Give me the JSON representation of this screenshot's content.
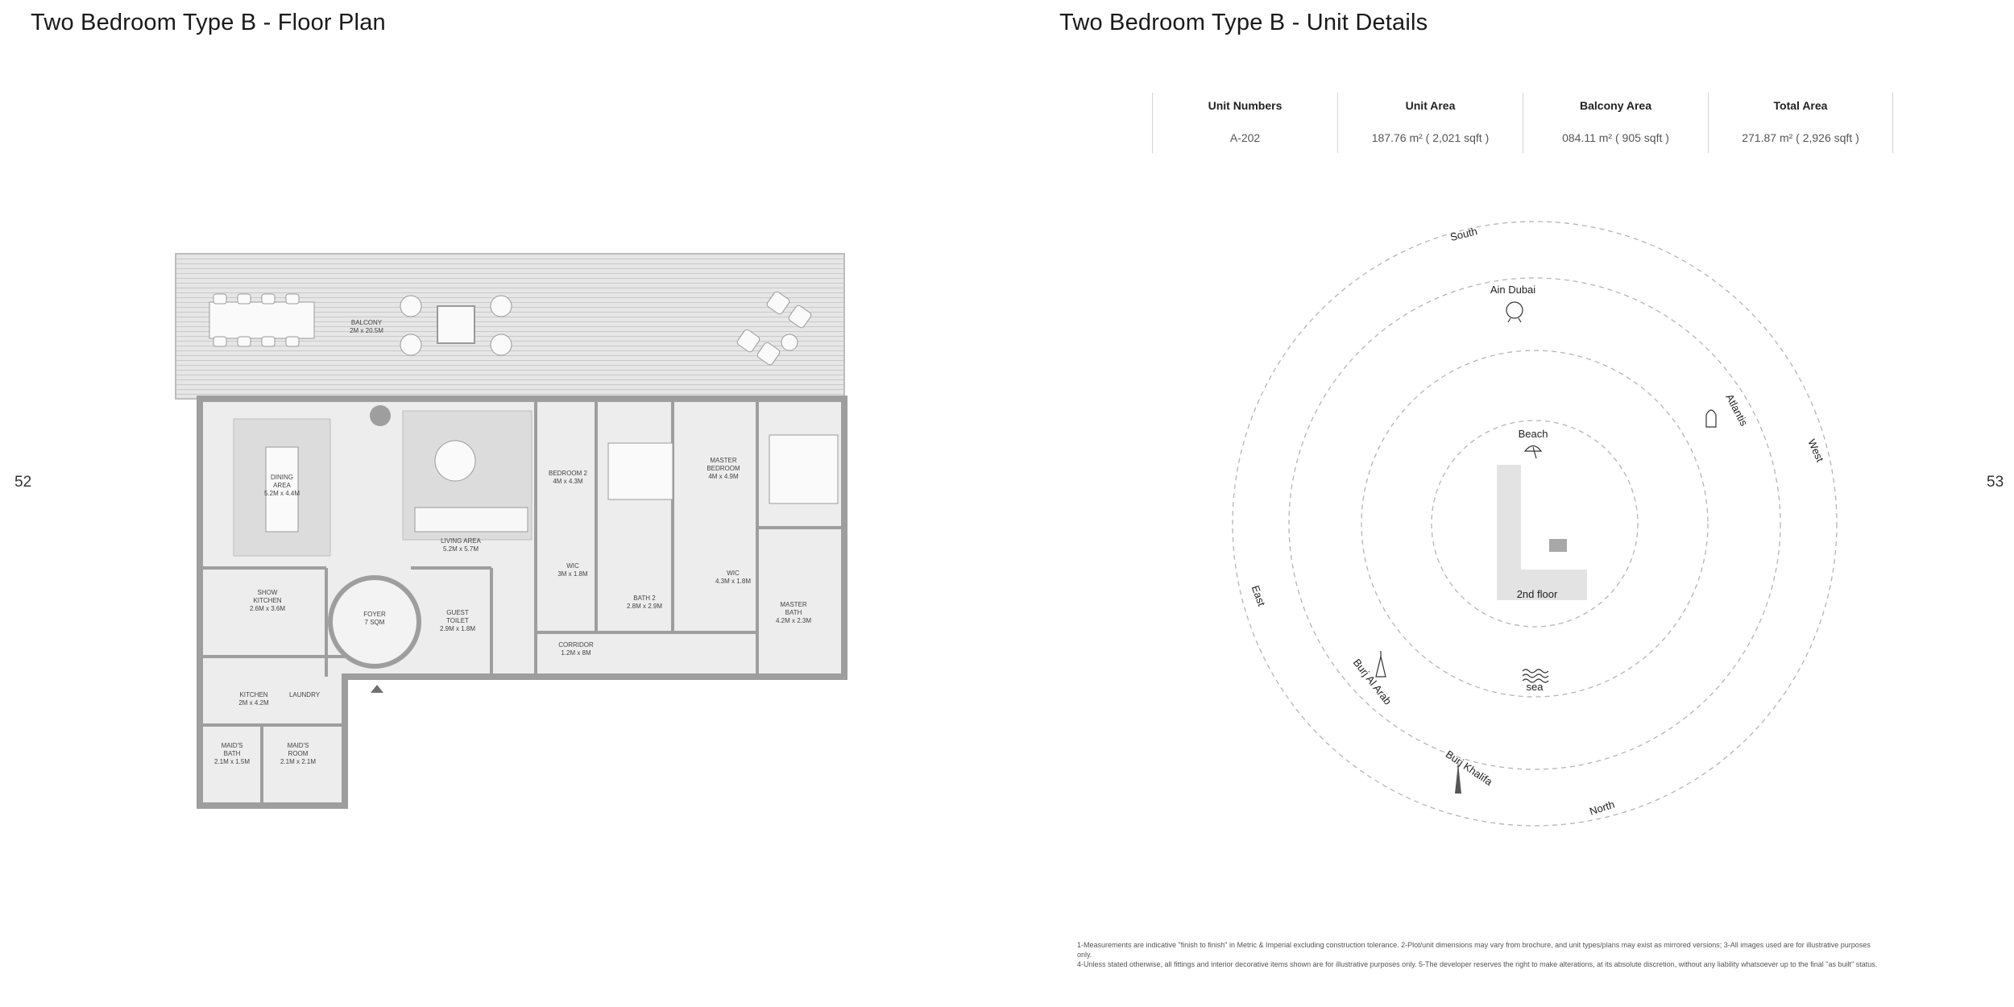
{
  "left_page": {
    "title": "Two Bedroom Type B - Floor Plan",
    "page_number": "52",
    "rooms": [
      {
        "name": "BALCONY",
        "size": "2M x 20.5M"
      },
      {
        "name": "DINING",
        "name2": "AREA",
        "size": "5.2M x 4.4M"
      },
      {
        "name": "LIVING AREA",
        "size": "5.2M x 5.7M"
      },
      {
        "name": "BEDROOM 2",
        "size": "4M x 4.3M"
      },
      {
        "name": "MASTER",
        "name2": "BEDROOM",
        "size": "4M x 4.9M"
      },
      {
        "name": "WIC",
        "size": "3M x 1.8M"
      },
      {
        "name": "WIC",
        "size": "4.3M x 1.8M"
      },
      {
        "name": "BATH 2",
        "size": "2.8M x 2.9M"
      },
      {
        "name": "MASTER",
        "name2": "BATH",
        "size": "4.2M x 2.3M"
      },
      {
        "name": "SHOW",
        "name2": "KITCHEN",
        "size": "2.6M x 3.6M"
      },
      {
        "name": "FOYER",
        "size": "7 SQM"
      },
      {
        "name": "GUEST",
        "name2": "TOILET",
        "size": "2.9M x 1.8M"
      },
      {
        "name": "CORRIDOR",
        "size": "1.2M x 8M"
      },
      {
        "name": "KITCHEN",
        "size": "2M x 4.2M"
      },
      {
        "name": "LAUNDRY",
        "size": ""
      },
      {
        "name": "MAID'S",
        "name2": "BATH",
        "size": "2.1M x 1.5M"
      },
      {
        "name": "MAID'S",
        "name2": "ROOM",
        "size": "2.1M x 2.1M"
      }
    ]
  },
  "right_page": {
    "title": "Two Bedroom Type B - Unit Details",
    "page_number": "53",
    "details": {
      "headers": [
        "Unit Numbers",
        "Unit Area",
        "Balcony Area",
        "Total Area"
      ],
      "values": [
        "A-202",
        "187.76 m² ( 2,021 sqft )",
        "084.11 m² ( 905 sqft )",
        "271.87 m² ( 2,926 sqft )"
      ]
    },
    "compass": {
      "directions": {
        "south": "South",
        "west": "West",
        "east": "East",
        "north": "North"
      },
      "landmarks": {
        "ain_dubai": "Ain Dubai",
        "atlantis": "Atlantis",
        "beach": "Beach",
        "sea": "sea",
        "burj_al_arab": "Burj Al Arab",
        "burj_khalifa": "Burj Khalifa"
      },
      "floor": "2nd floor"
    },
    "disclaimer": [
      "1-Measurements are indicative \"finish to finish\" in Metric & Imperial excluding construction tolerance. 2-Plot/unit dimensions may vary from brochure, and unit types/plans may exist as mirrored versions; 3-All images used are for illustrative purposes only.",
      "4-Unless stated otherwise, all fittings and interior decorative items shown are for illustrative purposes only. 5-The developer reserves the right to make alterations, at its absolute discretion, without any liability whatsoever up to the final \"as built\" status."
    ]
  },
  "colors": {
    "wall": "#9e9e9e",
    "floor": "#ececec",
    "balcony": "#e2e2e2",
    "text": "#1a1a1a",
    "ring": "#b5b5b5"
  }
}
